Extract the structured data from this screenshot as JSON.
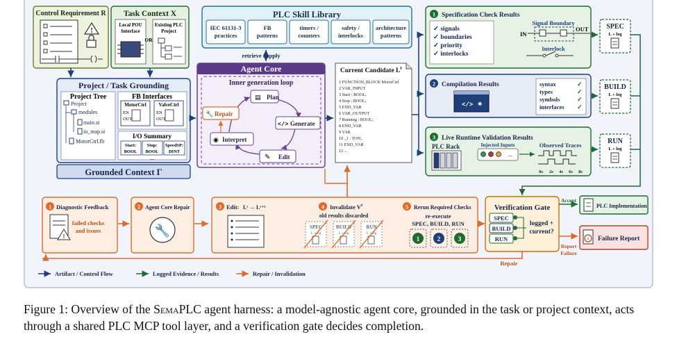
{
  "control_req": {
    "title": "Control Requirement R"
  },
  "task_context": {
    "title": "Task Context X",
    "local_pou": [
      "Local POU",
      "Interface"
    ],
    "or": "OR",
    "existing": [
      "Existing PLC",
      "Project"
    ]
  },
  "grounding": {
    "title": "Project / Task Grounding",
    "tree_title": "Project Tree",
    "tree_items": [
      "Project",
      "modules",
      "main.st",
      "io_map.st",
      "MotorCtrl.fb"
    ],
    "fb_title": "FB Interfaces",
    "fb1": "MotorCtrl",
    "fb2": "ValveCtrl",
    "fb_io": {
      "en": "EN",
      "out": "OUT"
    },
    "io_title": "I/O Summary",
    "io_cells": [
      [
        "Start:",
        "BOOL"
      ],
      [
        "Stop:",
        "BOOL"
      ],
      [
        "SpeedSP:",
        "DINT"
      ]
    ],
    "ellipsis": "...",
    "context_label": "Grounded Context Γ"
  },
  "skills": {
    "title": "PLC Skill Library",
    "items": [
      [
        "IEC 61131-3",
        "practices"
      ],
      [
        "FB",
        "patterns"
      ],
      [
        "timers /",
        "counters"
      ],
      [
        "safety /",
        "interlocks"
      ],
      [
        "architecture",
        "patterns"
      ]
    ],
    "retrieve": "retrieve / apply"
  },
  "agent_core": {
    "title": "Agent Core",
    "loop_title": "Inner generation loop",
    "plan": "Plan",
    "generate": "Generate",
    "edit": "Edit",
    "interpret": "Interpret",
    "repair": "Repair"
  },
  "candidate": {
    "title": "Current Candidate L",
    "sup": "t",
    "code": [
      "1 FUNCTION_BLOCK MotorCtrl",
      "2 VAR_INPUT",
      "3    Start : BOOL;",
      "4    Stop  : BOOL;",
      "5 END_VAR",
      "6 VAR_OUTPUT",
      "7    Running : BOOL;",
      "8 END_VAR",
      "9 VAR",
      "10    _1 : TON;",
      "11 END_VAR",
      "12 ..."
    ]
  },
  "spec": {
    "num": "1",
    "title": "Specification Check Results",
    "checks": [
      "✓ signals",
      "✓ boundaries",
      "✓ priority",
      "✓ interlocks"
    ],
    "signal_boundary": "Signal Boundary",
    "in": "IN",
    "out": "OUT",
    "interlock": "Interlock"
  },
  "compile": {
    "num": "2",
    "title": "Compilation Results",
    "items": [
      "syntax",
      "types",
      "symbols",
      "interfaces"
    ],
    "check": "✓"
  },
  "runtime": {
    "num": "3",
    "title": "Live Runtime Validation Results",
    "plc_rack": "PLC Rack",
    "inputs": "Injected Inputs",
    "ellipsis": "...",
    "traces": "Observed Traces",
    "ticks": [
      "0s",
      "2s",
      "4s",
      "6s",
      "8s"
    ]
  },
  "badges": {
    "spec": "SPEC",
    "build": "BUILD",
    "run": "RUN",
    "sub": "L + log",
    "sup": "t"
  },
  "repair_flow": {
    "s1_num": "1",
    "s1_title": "Diagnostic Feedback",
    "s1_text": [
      "failed checks",
      "and issues"
    ],
    "s2_num": "2",
    "s2_title": "Agent Core Repair",
    "s3_num": "3",
    "s3_title": "Edit:",
    "s4_num": "4",
    "s4_title": "Invalidate V",
    "s4_sup": "t",
    "s4_sub": "old results discarded",
    "s5_num": "5",
    "s5_title": "Rerun Required Checks",
    "s5_sub": "re-execute",
    "s5_list": "SPEC, BUILD, RUN",
    "mini": [
      "SPEC",
      "BUILD",
      "RUN"
    ],
    "mini_sub": "L + log",
    "circles": [
      "1",
      "2",
      "3"
    ]
  },
  "gate": {
    "title": "Verification Gate",
    "items": [
      "SPEC",
      "BUILD",
      "RUN"
    ],
    "q1": "logged +",
    "q2": "current?",
    "accept": "Accept",
    "report1": "Report",
    "report2": "Failure",
    "repair": "Repair"
  },
  "outcomes": {
    "impl": "PLC Implementation",
    "fail": "Failure Report"
  },
  "legend": {
    "flow": "Artifact / Control Flow",
    "evidence": "Logged Evidence / Results",
    "repair": "Repair / Invalidation"
  },
  "colors": {
    "blue": "#1f3f7a",
    "green": "#1e6b34",
    "orange": "#e06a2a",
    "purple": "#6a3f95",
    "red": "#c0392b",
    "olive": "#6a7d2a",
    "gold": "#c2731b"
  },
  "caption": {
    "lead": "Figure 1: Overview of the ",
    "name": "SemaPLC",
    "rest": " agent harness: a model-agnostic agent core, grounded in the task or project context, acts through a shared PLC MCP tool layer, and a verification gate decides completion."
  }
}
